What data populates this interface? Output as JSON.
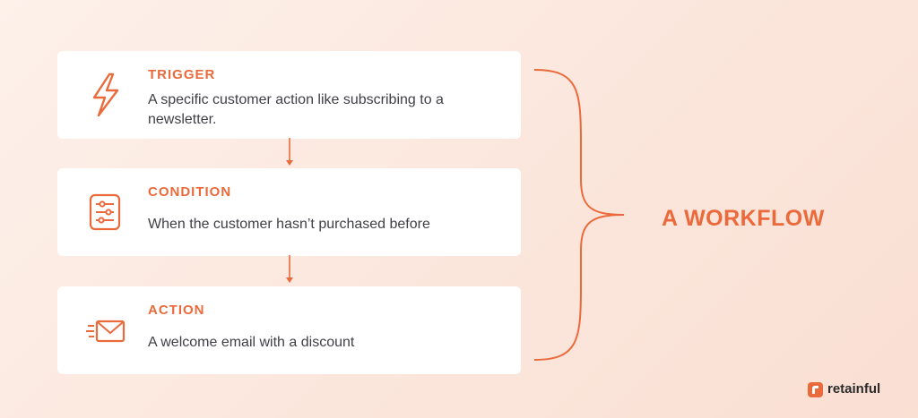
{
  "colors": {
    "accent": "#ea6a3c",
    "card_bg": "#ffffff",
    "text": "#3f3f46"
  },
  "steps": [
    {
      "title": "TRIGGER",
      "description": "A specific customer action like subscribing to a newsletter.",
      "icon": "lightning-bolt-icon"
    },
    {
      "title": "CONDITION",
      "description": "When the customer hasn’t purchased before",
      "icon": "filter-list-icon"
    },
    {
      "title": "ACTION",
      "description": "A welcome email with a discount",
      "icon": "email-send-icon"
    }
  ],
  "headline": "A WORKFLOW",
  "brand": {
    "name": "retainful",
    "icon": "retainful-logo-icon"
  }
}
